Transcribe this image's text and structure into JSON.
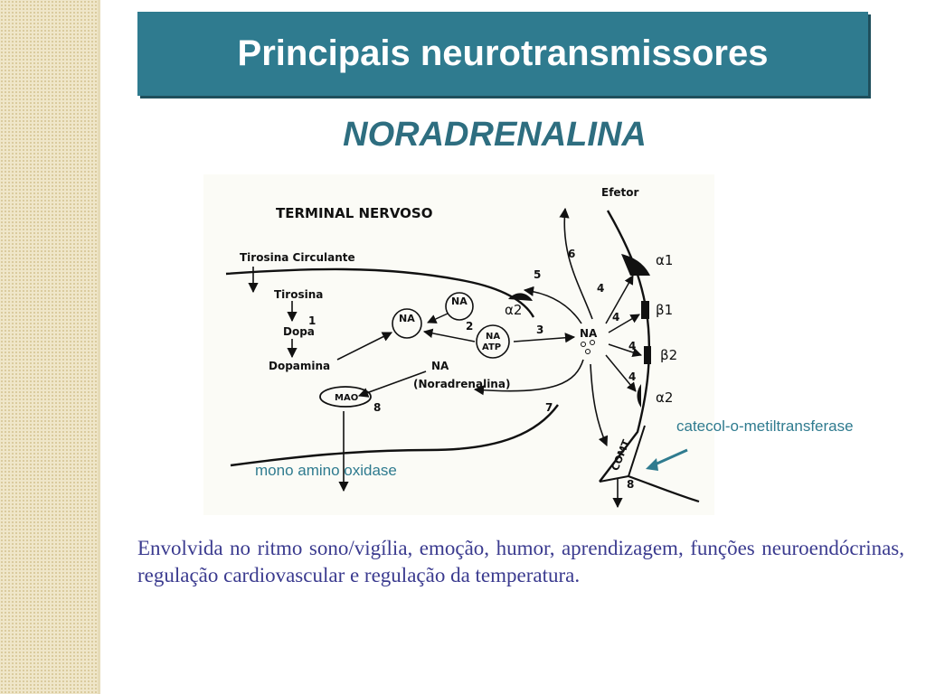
{
  "slide": {
    "title": "Principais neurotransmissores",
    "subtitle": "NORADRENALINA",
    "body": "Envolvida no ritmo sono/vigília, emoção, humor, aprendizagem, funções neuroendócrinas, regulação cardiovascular e regulação da temperatura."
  },
  "annotations": {
    "comt": "catecol-o-metiltransferase",
    "mao": "mono amino oxidase"
  },
  "diagram": {
    "terminal": "TERMINAL NERVOSO",
    "efetor": "Efetor",
    "tirosina_circulante": "Tirosina Circulante",
    "tirosina": "Tirosina",
    "dopa": "Dopa",
    "dopamina": "Dopamina",
    "na": "NA",
    "atp": "ATP",
    "noradrenalina": "(Noradrenalina)",
    "mao": "MAO",
    "comt": "COMT",
    "alpha1": "α1",
    "alpha2": "α2",
    "beta1": "β1",
    "beta2": "β2",
    "n1": "1",
    "n2": "2",
    "n3": "3",
    "n4": "4",
    "n5": "5",
    "n6": "6",
    "n7": "7",
    "n8": "8"
  },
  "colors": {
    "accent": "#2f7b8f",
    "subtitle": "#2e6e80",
    "body_text": "#3b3b8f",
    "side_band": "#efe6c9"
  }
}
